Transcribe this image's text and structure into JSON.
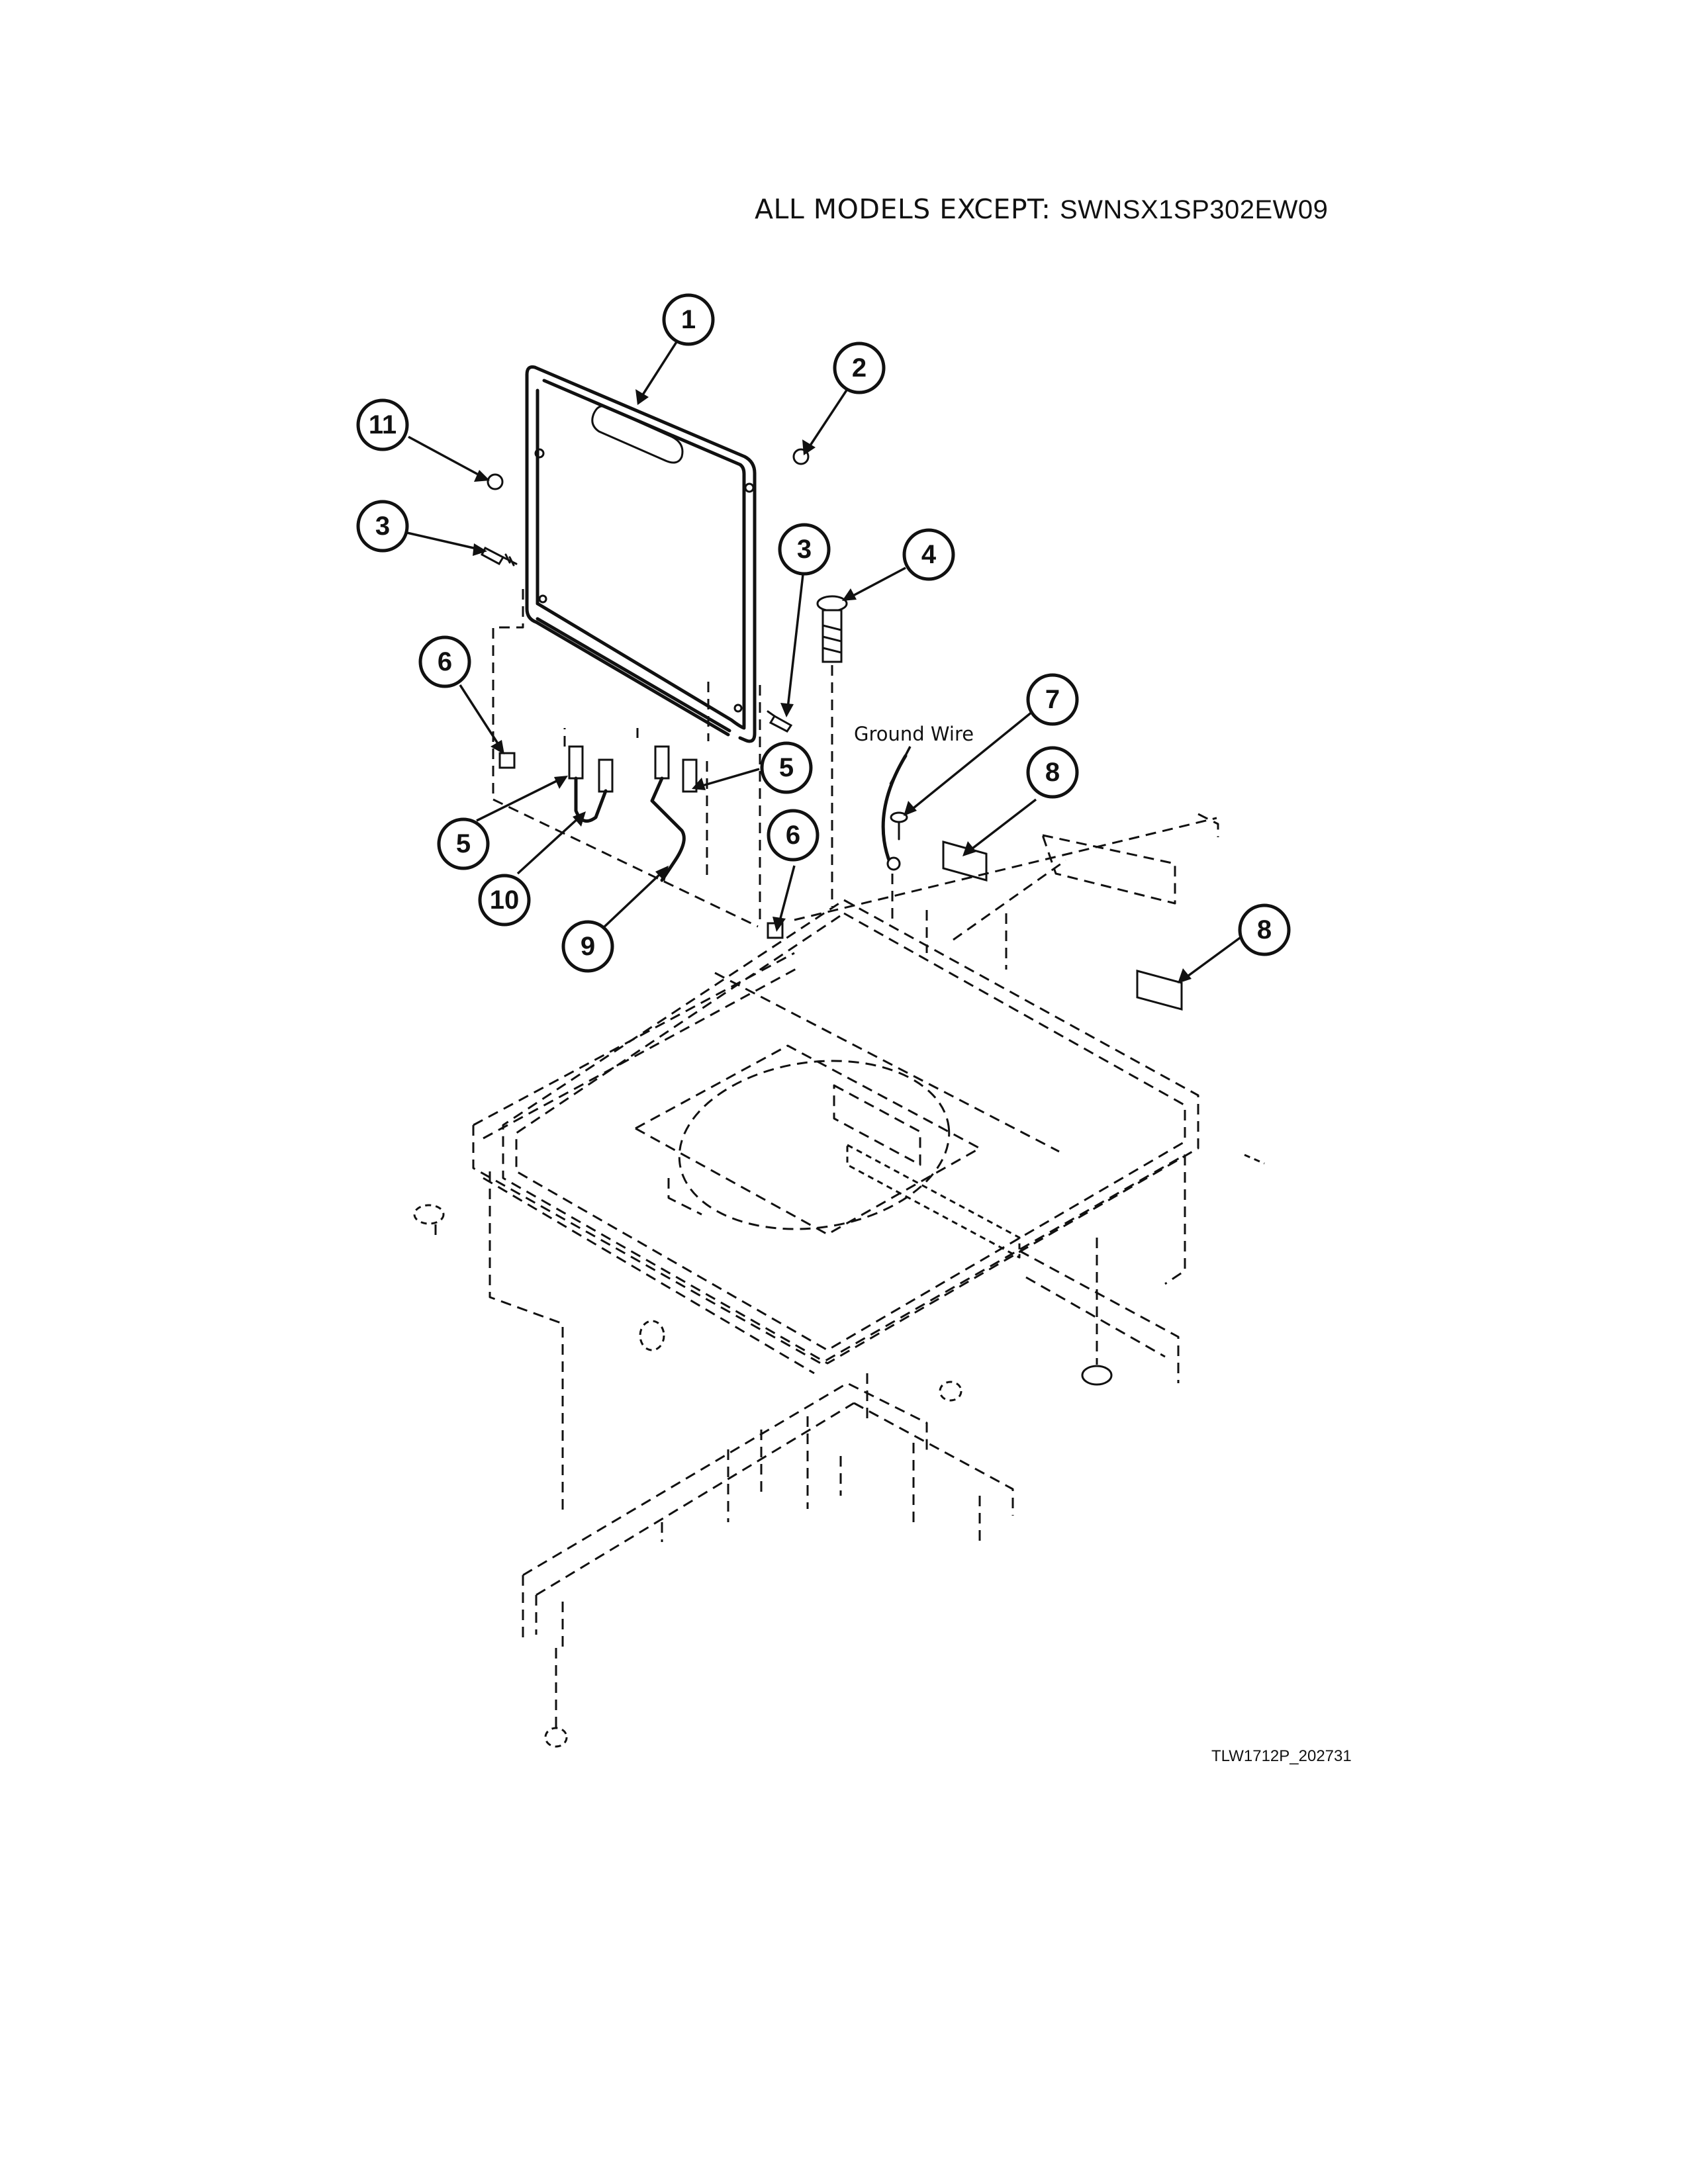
{
  "header": {
    "prefix": "ALL MODELS EXCEPT:",
    "model": "SWNSX1SP302EW09"
  },
  "labels": {
    "ground_wire": "Ground Wire"
  },
  "footer": {
    "ref_code": "TLW1712P_202731"
  },
  "callouts": [
    {
      "number": "1"
    },
    {
      "number": "2"
    },
    {
      "number": "11"
    },
    {
      "number": "3"
    },
    {
      "number": "3"
    },
    {
      "number": "4"
    },
    {
      "number": "6"
    },
    {
      "number": "7"
    },
    {
      "number": "8"
    },
    {
      "number": "5"
    },
    {
      "number": "5"
    },
    {
      "number": "6"
    },
    {
      "number": "10"
    },
    {
      "number": "9"
    },
    {
      "number": "8"
    }
  ]
}
